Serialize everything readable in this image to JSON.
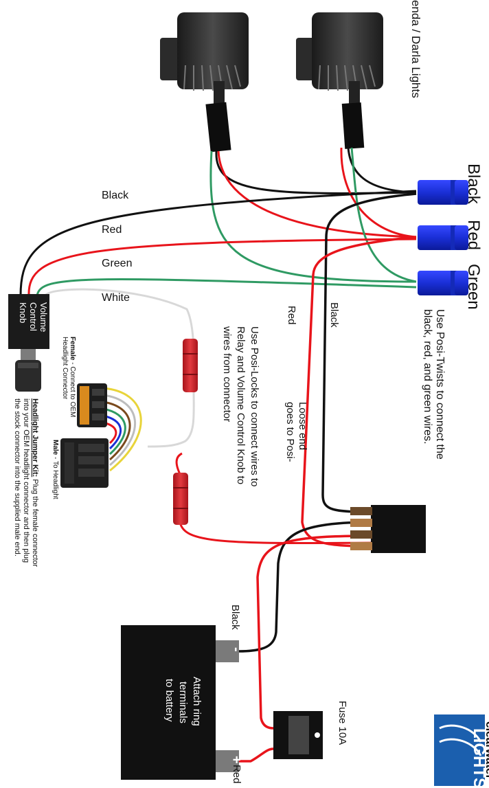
{
  "lights": {
    "label": "enda / Darla Lights"
  },
  "connectors": {
    "black": "Black",
    "red": "Red",
    "green": "Green",
    "instruction": [
      "Use Posi-Twists to connect the",
      "black, red, and green wires."
    ]
  },
  "wires": {
    "black": "Black",
    "red": "Red",
    "green": "Green",
    "white": "White",
    "vertical_red": "Red",
    "vertical_black": "Black",
    "loose_end": [
      "Loose end",
      "goes to Posi-"
    ]
  },
  "knob": {
    "label": [
      "Volume",
      "Control",
      "Knob"
    ]
  },
  "posilocks": {
    "instruction": [
      "Use Posi-Locks to connect wires to",
      "Relay and Volume Control Knob to",
      "wires from connector"
    ]
  },
  "harness": {
    "female_bold": "Female",
    "female_rest": " - Connect to OEM",
    "female_line2": "Headlight Connector",
    "male_bold": "Male",
    "male_rest": " - To Headlight",
    "jumper_title": "Headlight Jumper Kit:",
    "jumper_line1": " Plug the female connector",
    "jumper_line2": "into your OEM headlight connector and then plug",
    "jumper_line3": "the stock connector into the supplied male end."
  },
  "battery": {
    "label": [
      "Attach ring",
      "terminals",
      "to battery"
    ],
    "neg_symbol": "-",
    "pos_symbol": "+",
    "neg_wire": "Black",
    "pos_wire": "Red"
  },
  "fuse": {
    "label": "Fuse 10A"
  },
  "logo": {
    "line1": "clearwater",
    "line2": "LIGHTS"
  },
  "colors": {
    "black_wire": "#111111",
    "red_wire": "#e8141b",
    "green_wire": "#2f9a63",
    "white_wire": "#d8d8d8",
    "posi_blue": "#1a2fd6",
    "posi_red": "#d31e27"
  }
}
